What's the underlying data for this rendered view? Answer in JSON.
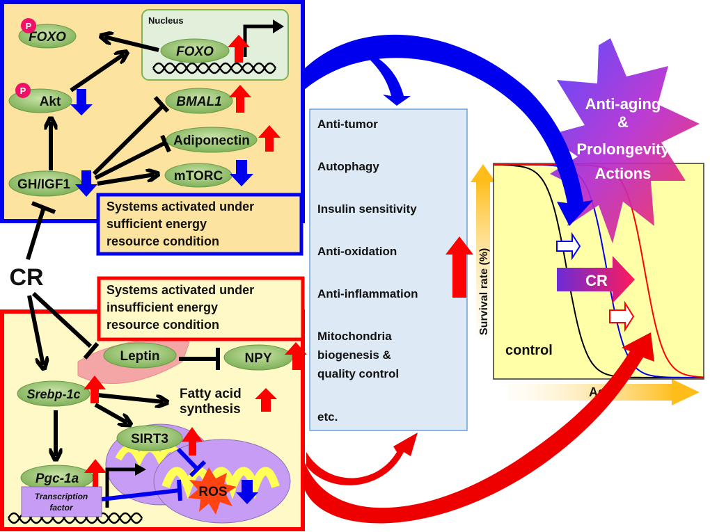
{
  "top_panel": {
    "nucleus_label": "Nucleus",
    "phospho_label": "P",
    "nodes": {
      "foxo_p": "FOXO",
      "foxo_nuc": "FOXO",
      "akt": "Akt",
      "bmal1": "BMAL1",
      "adiponectin": "Adiponectin",
      "mtorc": "mTORC",
      "gh_igf1": "GH/IGF1"
    },
    "caption": [
      "Systems activated under",
      "sufficient energy",
      "resource condition"
    ],
    "color": "#0000ee"
  },
  "cr_label": "CR",
  "bottom_panel": {
    "nodes": {
      "leptin": "Leptin",
      "npy": "NPY",
      "srebp": "Srebp-1c",
      "fatty": [
        "Fatty acid",
        "synthesis"
      ],
      "sirt3": "SIRT3",
      "pgc": "Pgc-1a",
      "tf": [
        "Transcription",
        "factor"
      ],
      "ros": "ROS"
    },
    "caption": [
      "Systems activated under",
      "insufficient energy",
      "resource condition"
    ],
    "color": "#ff0000"
  },
  "effects": {
    "items": [
      "Anti-tumor",
      "Autophagy",
      "Insulin sensitivity",
      "Anti-oxidation",
      "Anti-inflammation",
      "Mitochondria",
      "biogenesis &",
      "quality control",
      "etc."
    ]
  },
  "burst": {
    "lines": [
      "Anti-aging",
      "&",
      "Prolongevity",
      "Actions"
    ]
  },
  "survival": {
    "ylabel": "Survival rate (%)",
    "xlabel": "Age",
    "control_label": "control",
    "cr_arrow_label": "CR",
    "curves": [
      {
        "name": "control",
        "color": "#000000",
        "midpoint": 0.35
      },
      {
        "name": "blue",
        "color": "#0000ee",
        "midpoint": 0.54
      },
      {
        "name": "red",
        "color": "#ff0000",
        "midpoint": 0.72
      }
    ]
  }
}
